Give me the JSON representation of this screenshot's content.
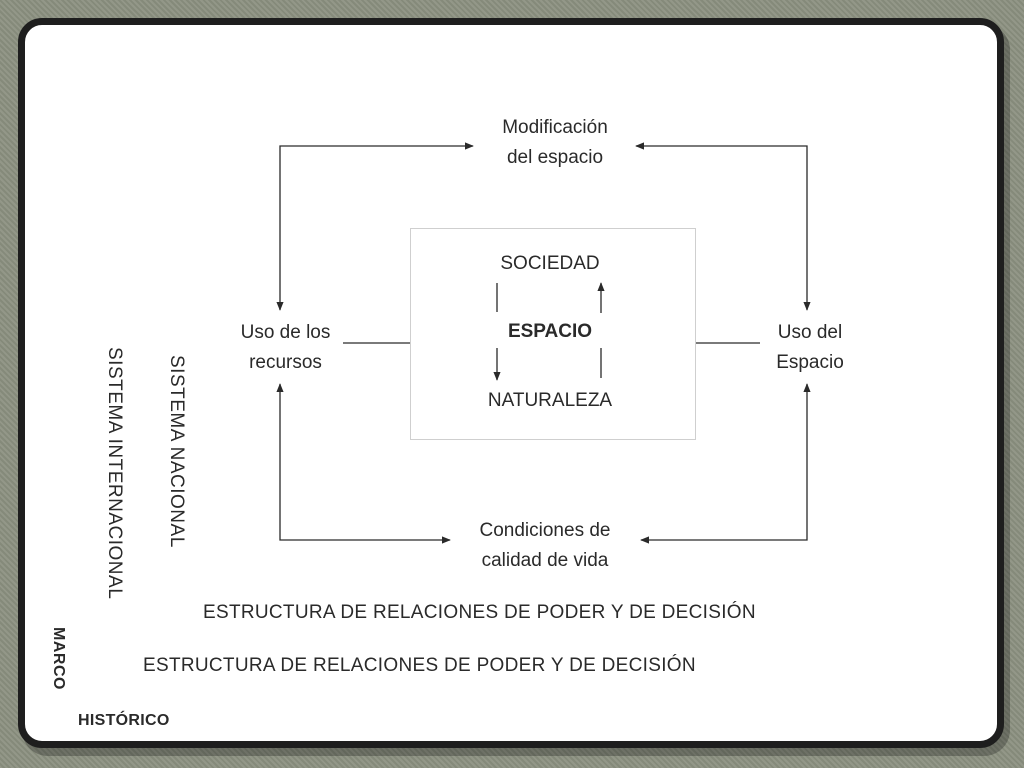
{
  "diagram": {
    "top_node": [
      "Modificación",
      "del espacio"
    ],
    "left_node": [
      "Uso de los",
      "recursos"
    ],
    "right_node": [
      "Uso del",
      "Espacio"
    ],
    "bottom_node": [
      "Condiciones de",
      "calidad de vida"
    ],
    "center": {
      "top": "SOCIEDAD",
      "middle": "ESPACIO",
      "bottom": "NATURALEZA"
    },
    "frame_labels": {
      "sistema_internacional": "SISTEMA INTERNACIONAL",
      "sistema_nacional": "SISTEMA NACIONAL",
      "estructura_1": "ESTRUCTURA DE RELACIONES DE PODER Y DE DECISIÓN",
      "estructura_2": "ESTRUCTURA DE RELACIONES DE PODER Y DE DECISIÓN",
      "marco": "MARCO",
      "historico": "HISTÓRICO"
    }
  },
  "colors": {
    "background": "#8c9181",
    "slide": "#ffffff",
    "border": "#1e1e1e",
    "ink": "#2a2a2a"
  }
}
